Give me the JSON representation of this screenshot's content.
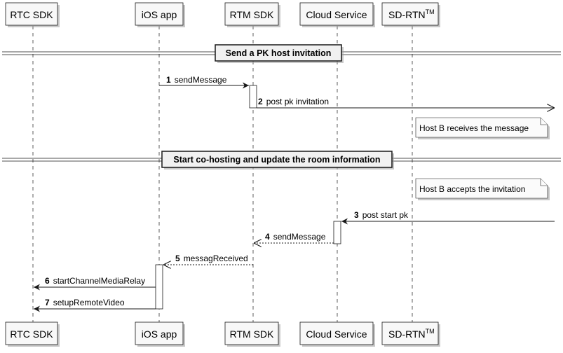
{
  "participants": [
    {
      "id": "rtc",
      "label": "RTC SDK"
    },
    {
      "id": "ios",
      "label": "iOS app"
    },
    {
      "id": "rtm",
      "label": "RTM SDK"
    },
    {
      "id": "cloud",
      "label": "Cloud Service"
    },
    {
      "id": "sdrtn",
      "label": "SD-RTN",
      "superscript": "TM"
    }
  ],
  "dividers": [
    {
      "label": "Send a PK host invitation"
    },
    {
      "label": "Start co-hosting and update the room information"
    }
  ],
  "messages": [
    {
      "num": "1",
      "label": "sendMessage",
      "from": "ios",
      "to": "rtm",
      "style": "solid-filled"
    },
    {
      "num": "2",
      "label": "post pk invitation",
      "from": "rtm",
      "to": "right-edge",
      "style": "solid-open"
    },
    {
      "num": "3",
      "label": "post start pk",
      "from": "right-edge",
      "to": "cloud",
      "style": "solid-filled"
    },
    {
      "num": "4",
      "label": "sendMessage",
      "from": "cloud",
      "to": "rtm",
      "style": "dashed-open"
    },
    {
      "num": "5",
      "label": "messagReceived",
      "from": "rtm",
      "to": "ios",
      "style": "dashed-open"
    },
    {
      "num": "6",
      "label": "startChannelMediaRelay",
      "from": "ios",
      "to": "rtc",
      "style": "solid-filled"
    },
    {
      "num": "7",
      "label": "setupRemoteVideo",
      "from": "ios",
      "to": "rtc",
      "style": "solid-filled"
    }
  ],
  "notes": [
    {
      "label": "Host B receives the message",
      "over": "sdrtn"
    },
    {
      "label": "Host B accepts the invitation",
      "over": "sdrtn"
    }
  ]
}
